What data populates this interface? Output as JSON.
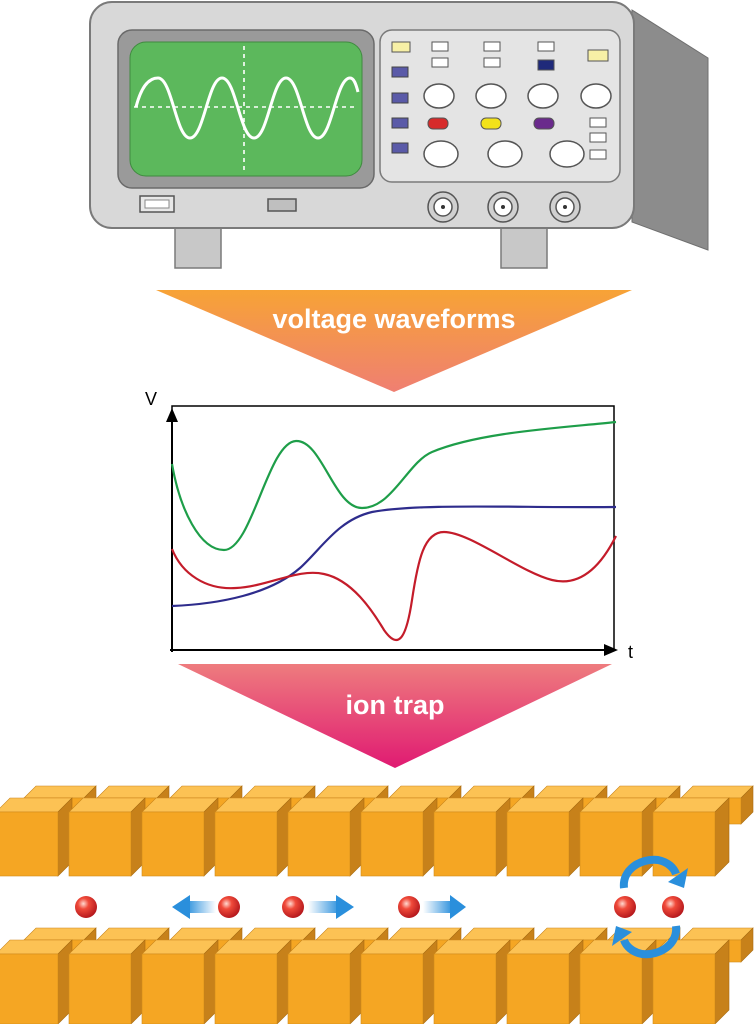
{
  "banners": {
    "top": "voltage waveforms",
    "bottom": "ion trap"
  },
  "plot": {
    "y_axis_label": "V",
    "x_axis_label": "t",
    "curves": [
      {
        "color": "#1e9e49"
      },
      {
        "color": "#2e2c8c"
      },
      {
        "color": "#c41c2a"
      }
    ]
  },
  "oscilloscope": {
    "screen_color": "#5cb85c",
    "knob_accents": [
      "#d72b2b",
      "#f2e21a",
      "#6a2a8c"
    ]
  },
  "ion_trap": {
    "electrode_color": "#f5a623",
    "ion_color": "#e0282a",
    "arrow_color": "#2a8fdc",
    "motions": [
      "move-left",
      "move-right",
      "move-right",
      "swap"
    ]
  }
}
